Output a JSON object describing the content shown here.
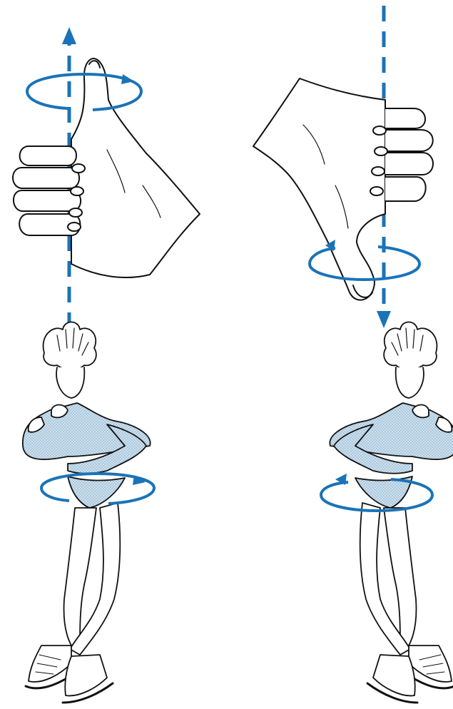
{
  "figure": {
    "description_text": "",
    "panels": [
      {
        "id": "left",
        "hand": "right-hand-thumb-up",
        "axis_direction": "up",
        "rotation": "counterclockwise-viewed-from-above"
      },
      {
        "id": "right",
        "hand": "right-hand-thumb-down",
        "axis_direction": "down",
        "rotation": "clockwise-viewed-from-above"
      }
    ],
    "colors": {
      "axis": "#1a73b8",
      "ink": "#111111",
      "shade": "#b9d3e6",
      "background": "#ffffff"
    },
    "icons": [
      "thumb-up-hand-icon",
      "thumb-down-hand-icon",
      "spinning-skater-icon",
      "rotation-arrow-icon",
      "axis-arrow-icon"
    ]
  }
}
